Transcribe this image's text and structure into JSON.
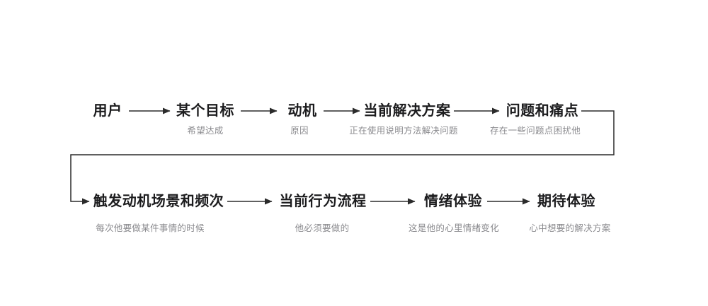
{
  "diagram": {
    "background": "#ffffff",
    "colors": {
      "title_text": "#1c1c1e",
      "sub_text": "#8a8a8e",
      "line": "#2b2b2b"
    },
    "row1": {
      "nodes": [
        {
          "label": "用户",
          "sublabel": ""
        },
        {
          "label": "某个目标",
          "sublabel": "希望达成"
        },
        {
          "label": "动机",
          "sublabel": "原因"
        },
        {
          "label": "当前解决方案",
          "sublabel": "正在使用说明方法解决问题"
        },
        {
          "label": "问题和痛点",
          "sublabel": "存在一些问题点困扰他"
        }
      ]
    },
    "row2": {
      "nodes": [
        {
          "label": "触发动机场景和频次",
          "sublabel": "每次他要做某件事情的时候"
        },
        {
          "label": "当前行为流程",
          "sublabel": "他必须要做的"
        },
        {
          "label": "情绪体验",
          "sublabel": "这是他的心里情绪变化"
        },
        {
          "label": "期待体验",
          "sublabel": "心中想要的解决方案"
        }
      ]
    }
  }
}
